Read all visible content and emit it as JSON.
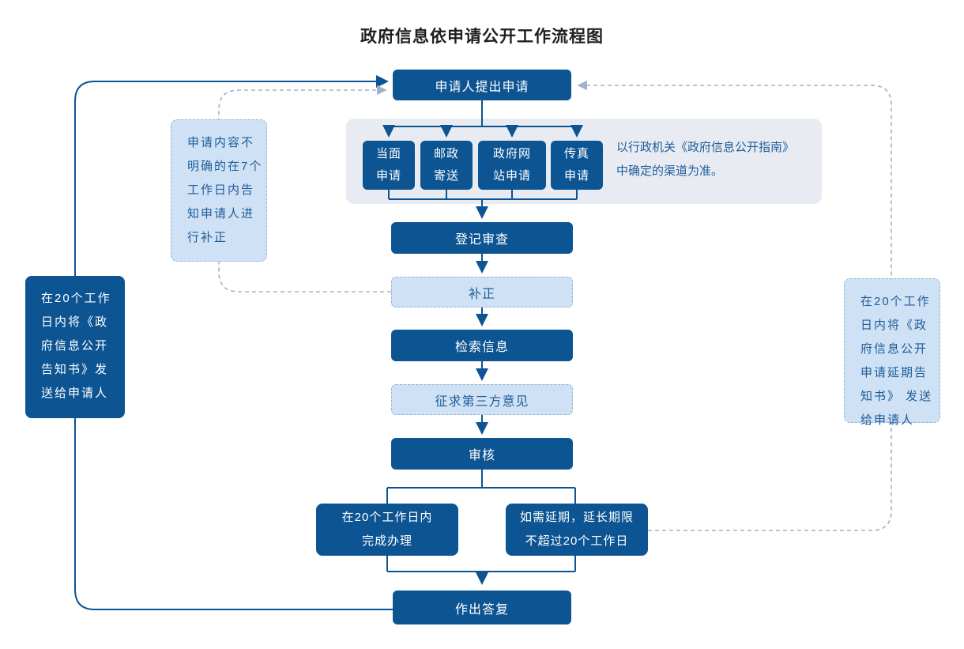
{
  "title": "政府信息依申请公开工作流程图",
  "colors": {
    "dark_blue": "#0d5493",
    "light_box_fill": "#cfe2f5",
    "light_box_border": "#9ab5d2",
    "panel_background": "#e8ecf2",
    "dashed_connector": "#9fb3c8",
    "text_on_light": "#1f5c99"
  },
  "nodes": {
    "apply": "申请人提出申请",
    "channel_1": "当面\n申请",
    "channel_2": "邮政\n寄送",
    "channel_3": "政府网\n站申请",
    "channel_4": "传真\n申请",
    "channel_note": "以行政机关《政府信息公开指南》\n中确定的渠道为准。",
    "register": "登记审查",
    "supplement": "补正",
    "search": "检索信息",
    "third_party": "征求第三方意见",
    "review": "审核",
    "complete": "在20个工作日内\n完成办理",
    "extend": "如需延期，延长期限\n不超过20个工作日",
    "reply": "作出答复",
    "notice_supplement": "申请内容不\n明确的在7个\n工作日内告\n知申请人进\n行补正",
    "notice_disclosure": "在20个工作\n日内将《政\n府信息公开\n告知书》发\n送给申请人",
    "notice_extension": "在20个工作\n日内将《政\n府信息公开\n申请延期告\n知书》 发送\n给申请人"
  }
}
